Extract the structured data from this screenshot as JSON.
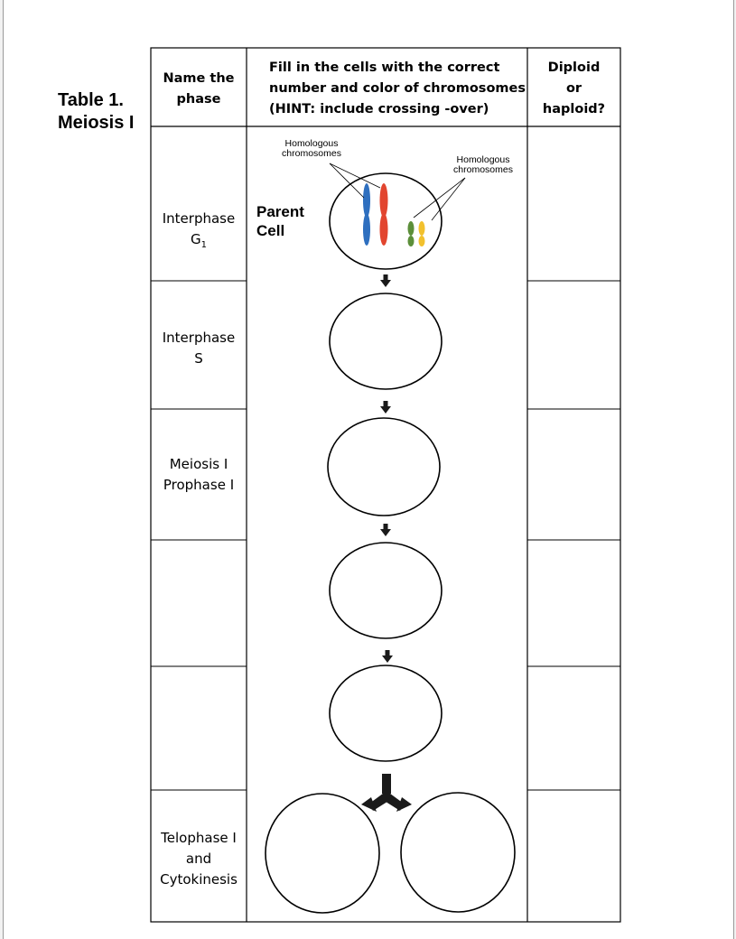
{
  "table": {
    "title_line1": "Table 1.",
    "title_line2": "Meiosis I",
    "headers": {
      "phase_line1": "Name the",
      "phase_line2": "phase",
      "cells_line1": "Fill in the cells with the correct",
      "cells_line2": "number and color of chromosomes",
      "cells_line3": "(HINT: include crossing -over)",
      "ploidy_line1": "Diploid",
      "ploidy_line2": "or",
      "ploidy_line3": "haploid?"
    },
    "rows": [
      {
        "phase_line1": "Interphase",
        "phase_line2": "G",
        "phase_sub": "1"
      },
      {
        "phase_line1": "Interphase",
        "phase_line2": "S"
      },
      {
        "phase_line1": "Meiosis I",
        "phase_line2": "Prophase I"
      },
      {
        "phase_line1": "",
        "phase_line2": ""
      },
      {
        "phase_line1": "",
        "phase_line2": ""
      },
      {
        "phase_line1": "Telophase I",
        "phase_line2": "and",
        "phase_line3": "Cytokinesis"
      }
    ]
  },
  "diagram": {
    "parent_line1": "Parent",
    "parent_line2": "Cell",
    "label_left_line1": "Homologous",
    "label_left_line2": "chromosomes",
    "label_right_line1": "Homologous",
    "label_right_line2": "chromosomes",
    "colors": {
      "blue": "#2e6fbf",
      "red": "#e2452f",
      "green": "#5c8f3a",
      "yellow": "#f2c12e"
    }
  }
}
